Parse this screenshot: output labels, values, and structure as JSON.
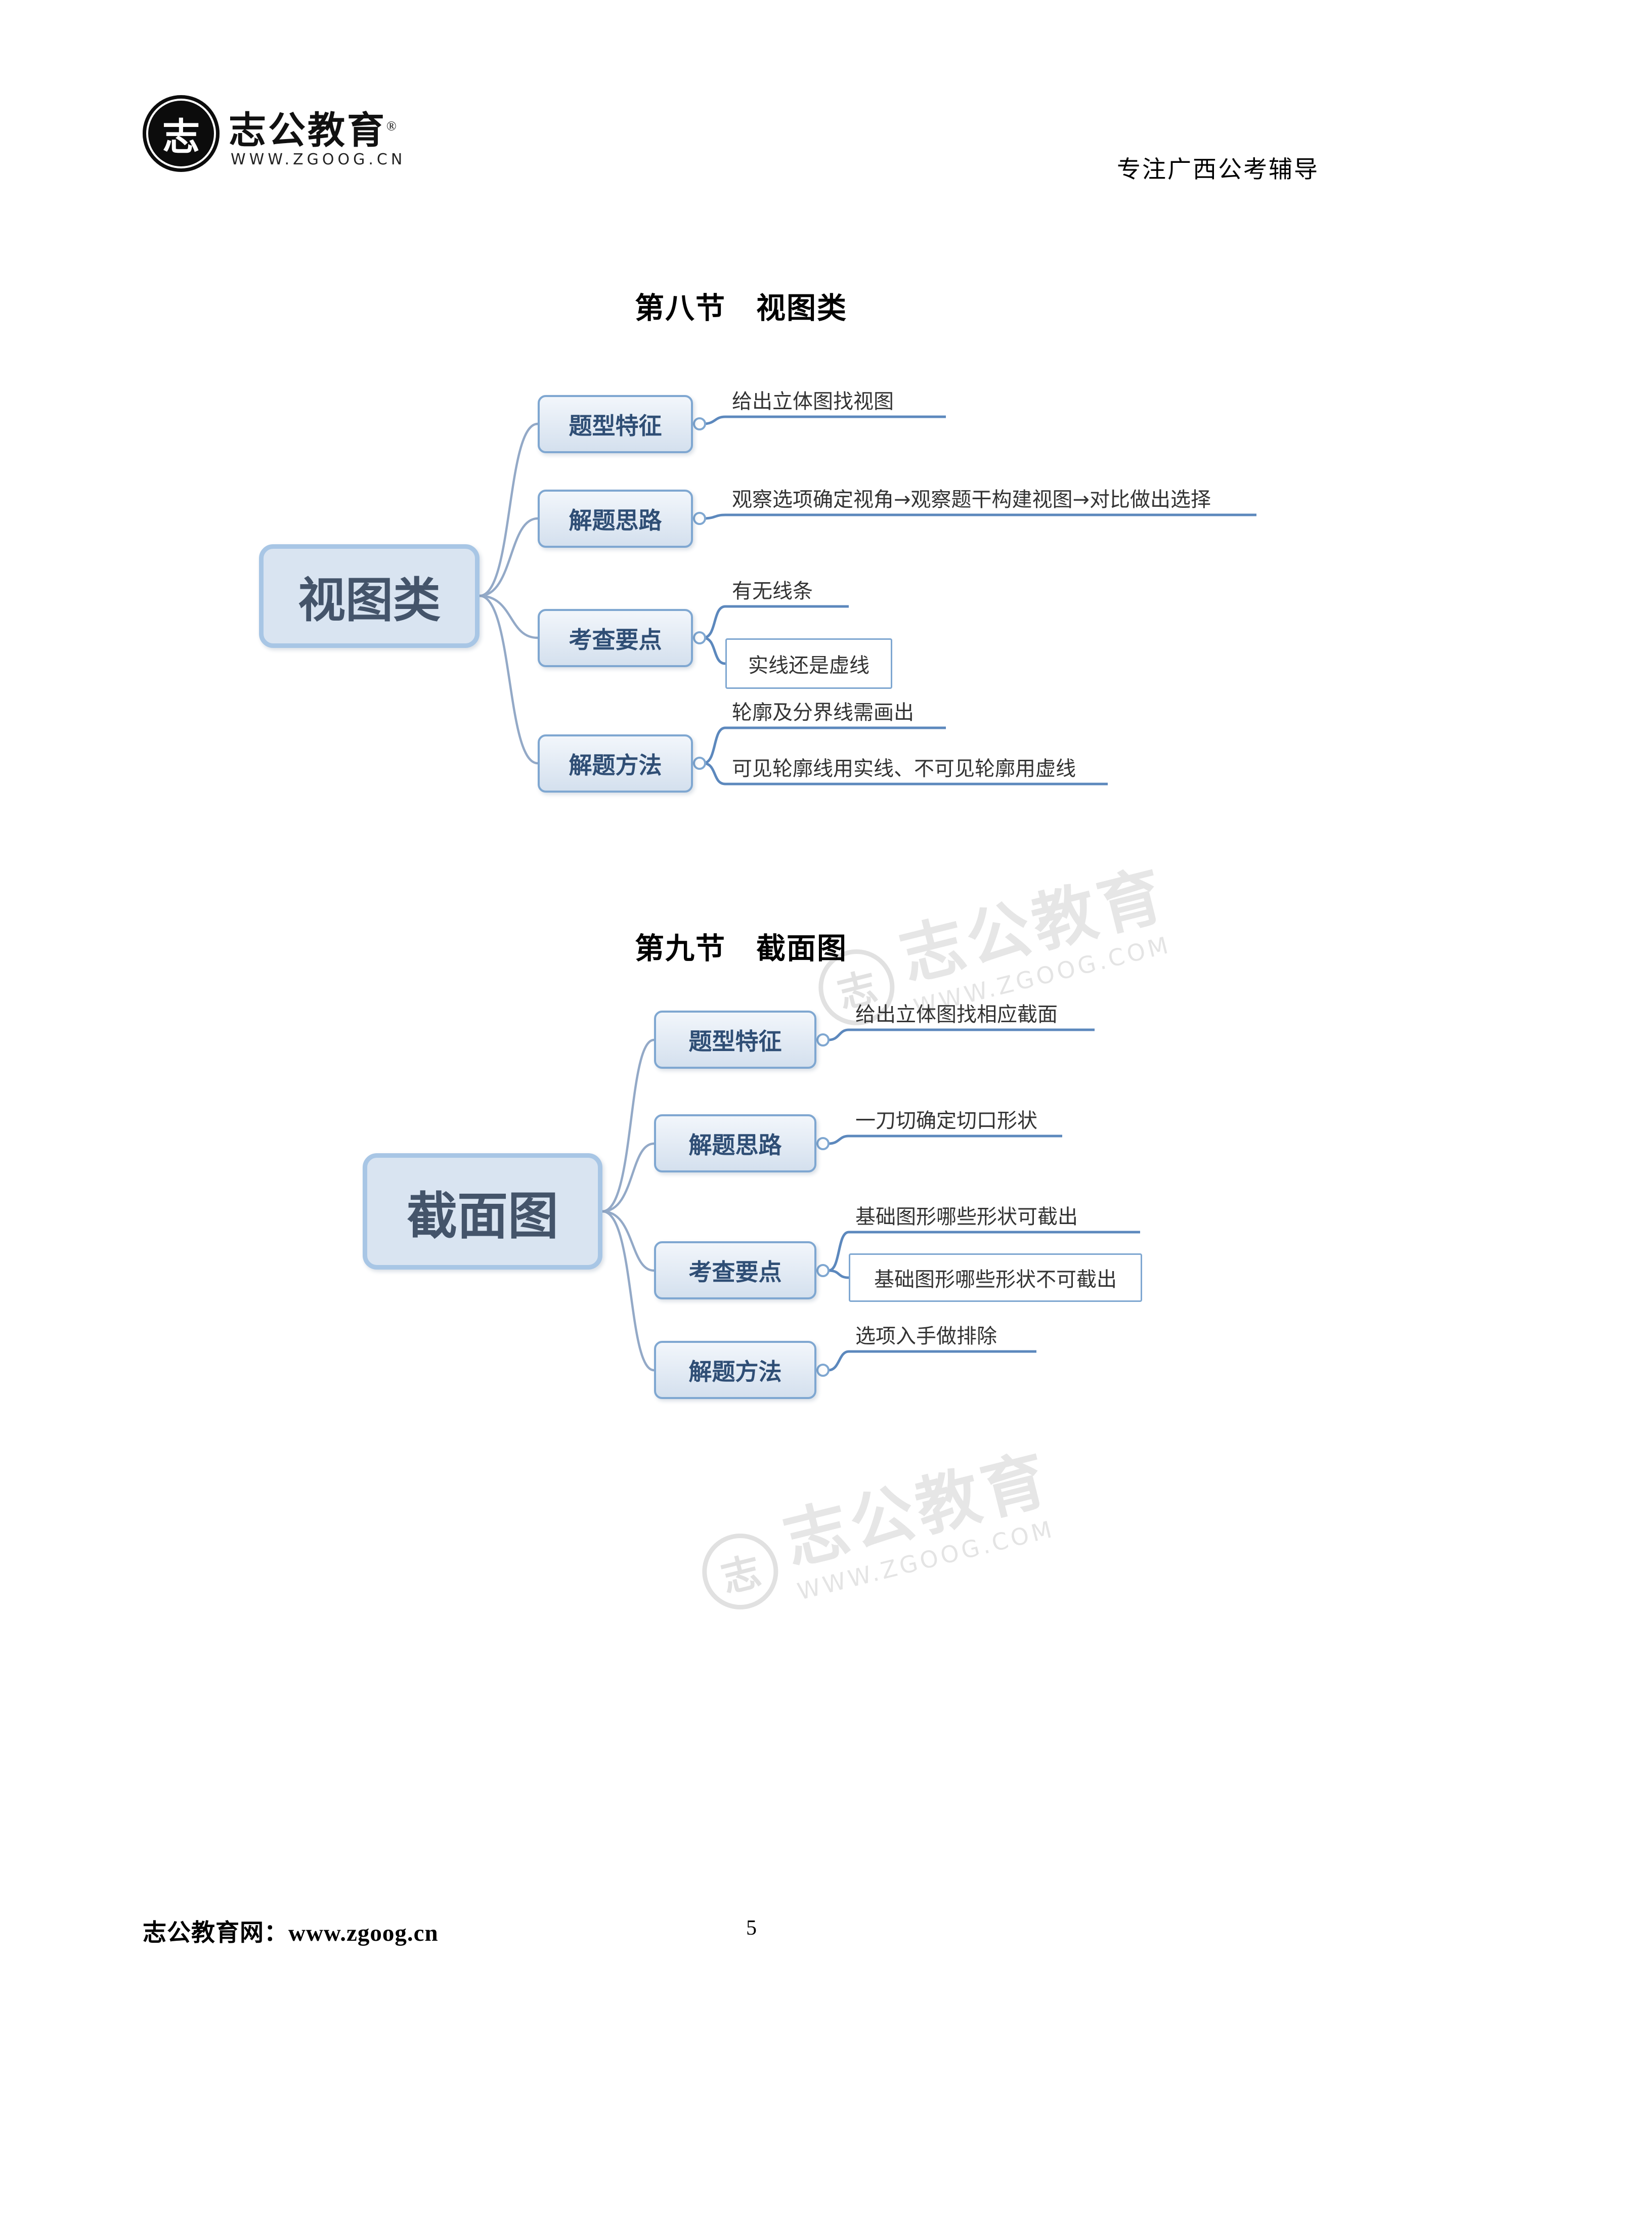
{
  "header": {
    "logo": {
      "seal_char": "志",
      "brand": "志公教育",
      "reg_mark": "®",
      "url": "WWW.ZGOOG.CN"
    },
    "tagline": "专注广西公考辅导"
  },
  "section8": {
    "title": "第八节　视图类",
    "map": {
      "root": "视图类",
      "branches": [
        {
          "label": "题型特征",
          "leaves": [
            {
              "text": "给出立体图找视图",
              "style": "underline"
            }
          ]
        },
        {
          "label": "解题思路",
          "leaves": [
            {
              "text": "观察选项确定视角→观察题干构建视图→对比做出选择",
              "style": "underline"
            }
          ]
        },
        {
          "label": "考查要点",
          "leaves": [
            {
              "text": "有无线条",
              "style": "underline"
            },
            {
              "text": "实线还是虚线",
              "style": "box"
            }
          ]
        },
        {
          "label": "解题方法",
          "leaves": [
            {
              "text": "轮廓及分界线需画出",
              "style": "underline"
            },
            {
              "text": "可见轮廓线用实线、不可见轮廓用虚线",
              "style": "underline"
            }
          ]
        }
      ]
    }
  },
  "section9": {
    "title": "第九节　截面图",
    "map": {
      "root": "截面图",
      "branches": [
        {
          "label": "题型特征",
          "leaves": [
            {
              "text": "给出立体图找相应截面",
              "style": "underline"
            }
          ]
        },
        {
          "label": "解题思路",
          "leaves": [
            {
              "text": "一刀切确定切口形状",
              "style": "underline"
            }
          ]
        },
        {
          "label": "考查要点",
          "leaves": [
            {
              "text": "基础图形哪些形状可截出",
              "style": "underline"
            },
            {
              "text": "基础图形哪些形状不可截出",
              "style": "box"
            }
          ]
        },
        {
          "label": "解题方法",
          "leaves": [
            {
              "text": "选项入手做排除",
              "style": "underline"
            }
          ]
        }
      ]
    }
  },
  "watermark": {
    "seal_char": "志",
    "brand": "志公教育",
    "url": "WWW.ZGOOG.COM"
  },
  "footer": {
    "site": "志公教育网：www.zgoog.cn",
    "page_number": "5"
  },
  "colors": {
    "root_fill": "#d9e4f1",
    "root_border": "#a8c6e5",
    "branch_fill": "#d4e0ee",
    "branch_border": "#7fa7d1",
    "connector": "#93a9c7",
    "leaf_line": "#5c88bd",
    "node_text": "#2f4e75",
    "watermark_gray": "#dcdcdc"
  }
}
